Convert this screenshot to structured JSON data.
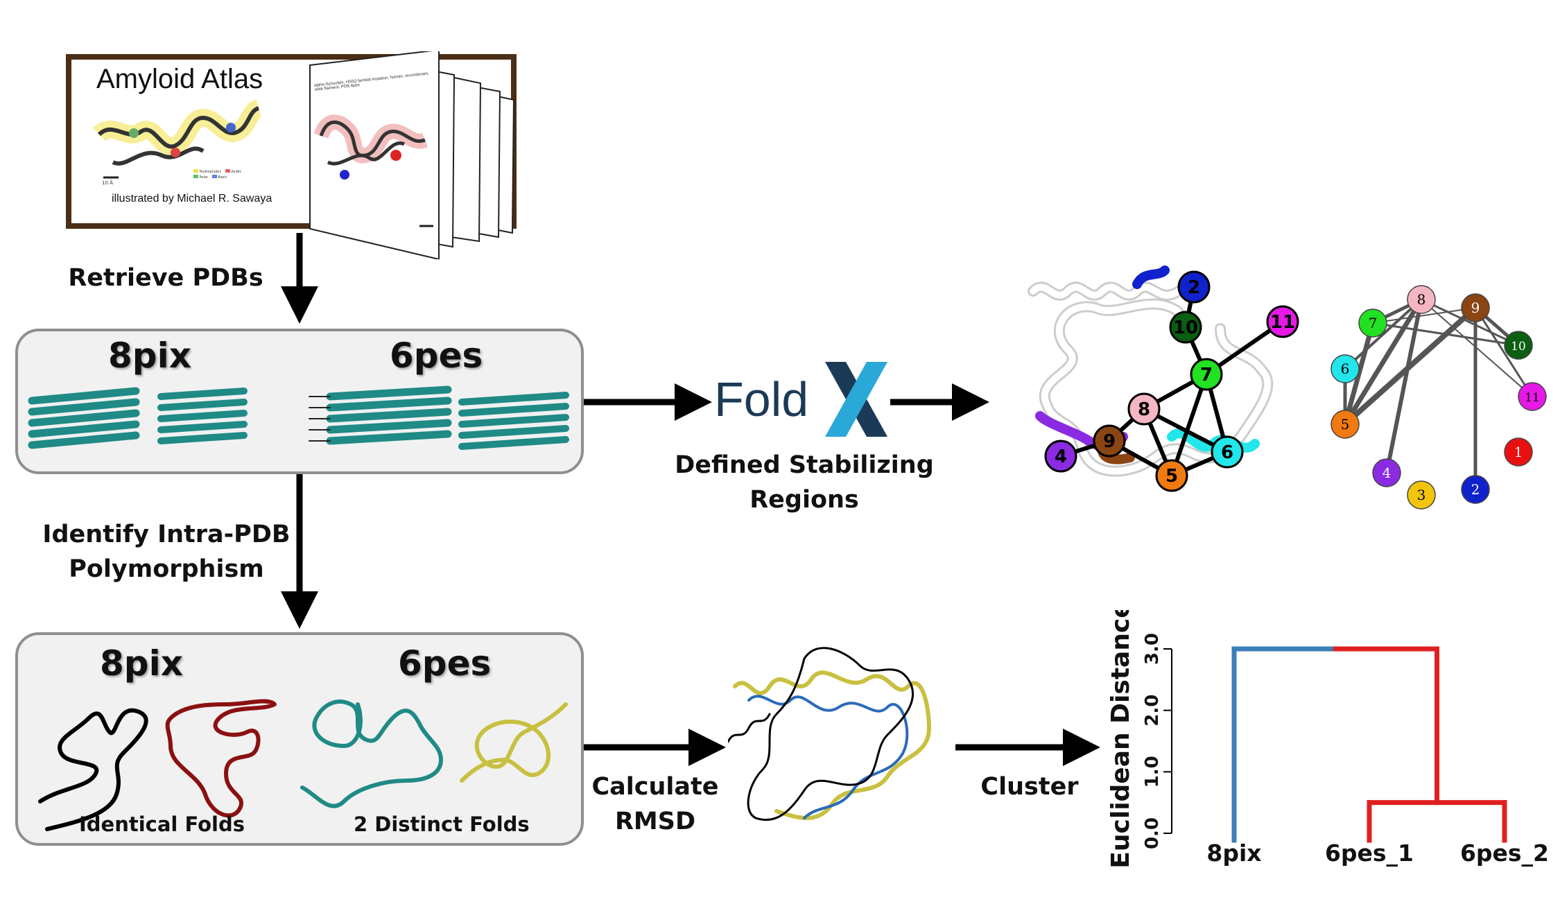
{
  "atlas": {
    "title": "Amyloid Atlas",
    "credit": "illustrated by Michael R. Sawaya",
    "page_caption": "alpha-Synuclein, H50Q familial mutation, human, recombinant, wide filament, PDB 6pes",
    "scale_label": "10 Å",
    "legend": [
      "Hydrophobic",
      "Polar",
      "Acidic",
      "Basic"
    ]
  },
  "steps": {
    "retrieve": "Retrieve PDBs",
    "identify_line1": "Identify Intra-PDB",
    "identify_line2": "Polymorphism",
    "stabilizing_line1": "Defined Stabilizing",
    "stabilizing_line2": "Regions",
    "rmsd_line1": "Calculate",
    "rmsd_line2": "RMSD",
    "cluster": "Cluster"
  },
  "panel_top": {
    "left_id": "8pix",
    "right_id": "6pes"
  },
  "panel_bottom": {
    "left_id": "8pix",
    "right_id": "6pes",
    "left_caption": "Identical Folds",
    "right_caption": "2 Distinct Folds"
  },
  "logo": {
    "text": "Fold",
    "mark": "X"
  },
  "network_3d": {
    "nodes": [
      {
        "id": "2",
        "color": "#1022cc"
      },
      {
        "id": "10",
        "color": "#0b5e12"
      },
      {
        "id": "11",
        "color": "#e619e6"
      },
      {
        "id": "7",
        "color": "#22e022"
      },
      {
        "id": "8",
        "color": "#f4b6c2"
      },
      {
        "id": "9",
        "color": "#8b4513"
      },
      {
        "id": "4",
        "color": "#8a2be2"
      },
      {
        "id": "5",
        "color": "#f07a10"
      },
      {
        "id": "6",
        "color": "#22e6ea"
      }
    ]
  },
  "network_2d": {
    "nodes": [
      {
        "id": "8",
        "color": "#f4b6c2"
      },
      {
        "id": "9",
        "color": "#8b4513"
      },
      {
        "id": "7",
        "color": "#22e022"
      },
      {
        "id": "10",
        "color": "#0b5e12"
      },
      {
        "id": "6",
        "color": "#22e6ea"
      },
      {
        "id": "11",
        "color": "#e619e6"
      },
      {
        "id": "5",
        "color": "#f07a10"
      },
      {
        "id": "1",
        "color": "#e81010"
      },
      {
        "id": "4",
        "color": "#8a2be2"
      },
      {
        "id": "3",
        "color": "#f2c40c"
      },
      {
        "id": "2",
        "color": "#1022cc"
      }
    ]
  },
  "chart_data": {
    "type": "dendrogram",
    "ylabel": "Euclidean Distance",
    "ylim": [
      0,
      3.0
    ],
    "yticks": [
      "0.0",
      "1.0",
      "2.0",
      "3.0"
    ],
    "leaves": [
      "8pix",
      "6pes_1",
      "6pes_2"
    ],
    "merges": [
      {
        "left": "6pes_1",
        "right": "6pes_2",
        "height": 0.5,
        "color": "#e02020"
      },
      {
        "left": "8pix",
        "right": "6pes cluster",
        "height": 3.0,
        "color_left": "#3b7fb8",
        "color_right": "#e02020"
      }
    ]
  }
}
